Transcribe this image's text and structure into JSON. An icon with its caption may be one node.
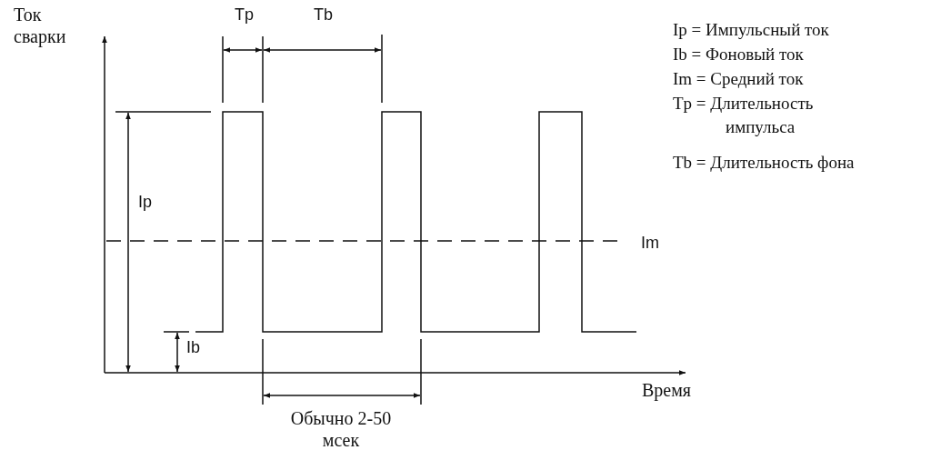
{
  "diagram": {
    "labels": [
      "Ток сварки",
      "Tp",
      "Tb",
      "Ip = Импульсный ток",
      "Ib = Фоновый ток",
      "Im = Средний ток",
      "Tp = Длительность импульса",
      "Tb = Длительность фона",
      "Ip",
      "Im",
      "Ib",
      "Время",
      "Обычно 2-50 мсек"
    ]
  }
}
